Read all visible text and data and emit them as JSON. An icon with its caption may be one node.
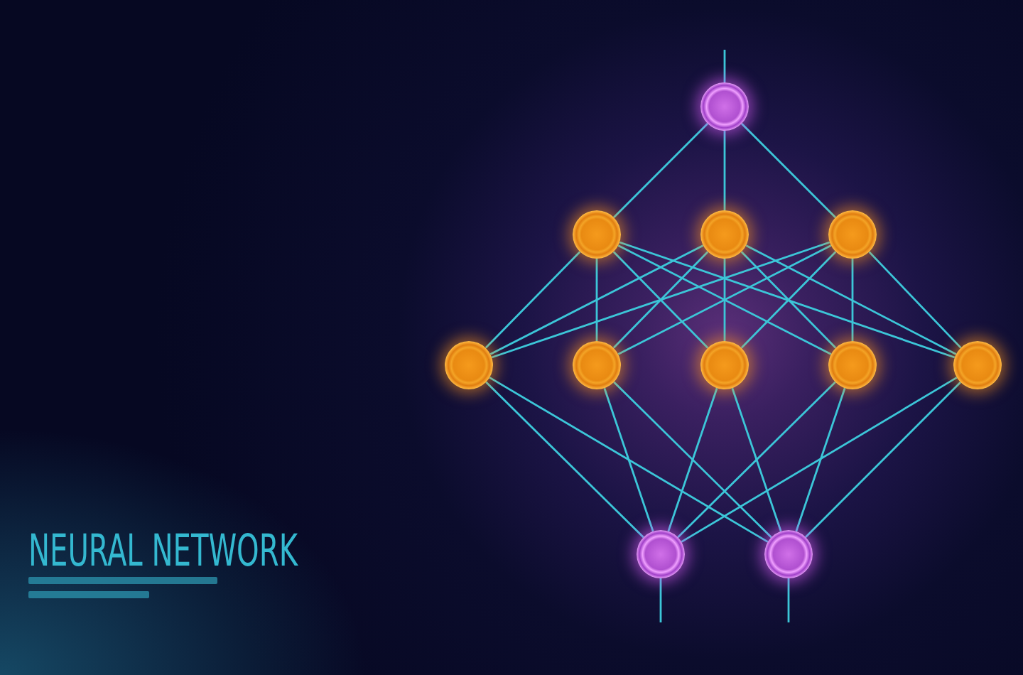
{
  "diagram": {
    "title": "NEURAL NETWORK",
    "nodes": [
      {
        "text": [],
        "shape": "circle"
      },
      {
        "text": [],
        "shape": "circle"
      },
      {
        "text": [],
        "shape": "circle"
      },
      {
        "text": [],
        "shape": "circle"
      },
      {
        "text": [],
        "shape": "circle"
      },
      {
        "text": [],
        "shape": "circle"
      },
      {
        "text": [],
        "shape": "circle"
      },
      {
        "text": [],
        "shape": "circle"
      },
      {
        "text": [],
        "shape": "circle"
      },
      {
        "text": [],
        "shape": "circle"
      },
      {
        "text": [],
        "shape": "circle"
      }
    ],
    "edges": [
      {
        "from": null,
        "to": 0,
        "arrow": "none"
      },
      {
        "from": 0,
        "to": 1,
        "arrow": "none"
      },
      {
        "from": 0,
        "to": 2,
        "arrow": "none"
      },
      {
        "from": 0,
        "to": 3,
        "arrow": "none"
      },
      {
        "from": 1,
        "to": 4,
        "arrow": "none"
      },
      {
        "from": 1,
        "to": 5,
        "arrow": "none"
      },
      {
        "from": 1,
        "to": 6,
        "arrow": "none"
      },
      {
        "from": 1,
        "to": 7,
        "arrow": "none"
      },
      {
        "from": 1,
        "to": 8,
        "arrow": "none"
      },
      {
        "from": 2,
        "to": 4,
        "arrow": "none"
      },
      {
        "from": 2,
        "to": 5,
        "arrow": "none"
      },
      {
        "from": 2,
        "to": 6,
        "arrow": "none"
      },
      {
        "from": 2,
        "to": 7,
        "arrow": "none"
      },
      {
        "from": 2,
        "to": 8,
        "arrow": "none"
      },
      {
        "from": 3,
        "to": 4,
        "arrow": "none"
      },
      {
        "from": 3,
        "to": 5,
        "arrow": "none"
      },
      {
        "from": 3,
        "to": 6,
        "arrow": "none"
      },
      {
        "from": 3,
        "to": 7,
        "arrow": "none"
      },
      {
        "from": 3,
        "to": 8,
        "arrow": "none"
      },
      {
        "from": 4,
        "to": 9,
        "arrow": "none"
      },
      {
        "from": 4,
        "to": 10,
        "arrow": "none"
      },
      {
        "from": 5,
        "to": 9,
        "arrow": "none"
      },
      {
        "from": 5,
        "to": 10,
        "arrow": "none"
      },
      {
        "from": 6,
        "to": 9,
        "arrow": "none"
      },
      {
        "from": 6,
        "to": 10,
        "arrow": "none"
      },
      {
        "from": 7,
        "to": 9,
        "arrow": "none"
      },
      {
        "from": 7,
        "to": 10,
        "arrow": "none"
      },
      {
        "from": 8,
        "to": 9,
        "arrow": "none"
      },
      {
        "from": 8,
        "to": 10,
        "arrow": "none"
      },
      {
        "from": 9,
        "to": null,
        "arrow": "none"
      },
      {
        "from": 10,
        "to": null,
        "arrow": "none"
      }
    ]
  }
}
